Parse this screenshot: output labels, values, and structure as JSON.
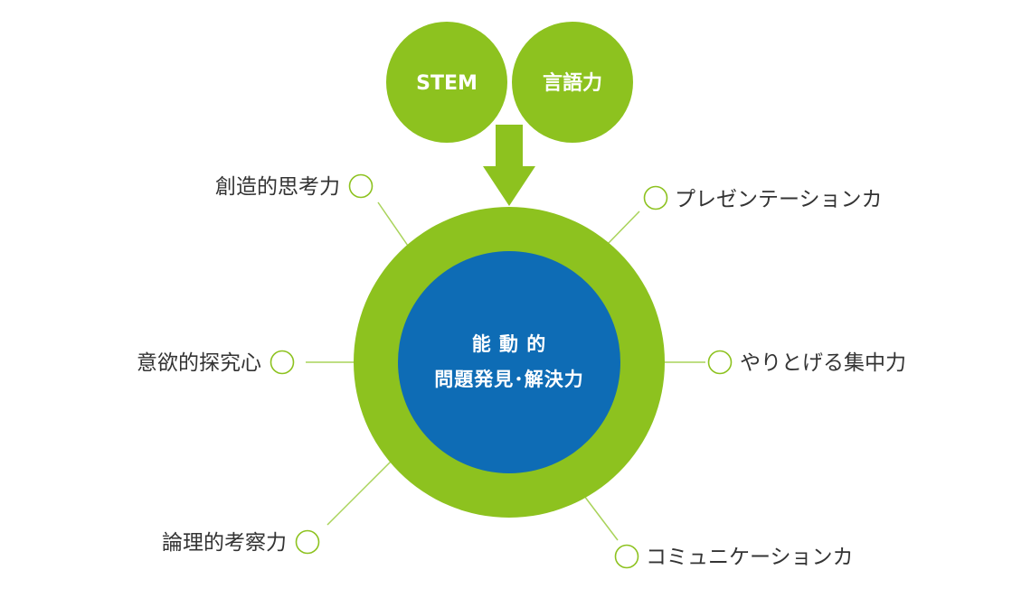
{
  "colors": {
    "green": "#8dc21f",
    "blue": "#0e6cb5",
    "connector": "#a9d35a",
    "label_text": "#333333",
    "white": "#ffffff"
  },
  "inputs": [
    {
      "label": "STEM"
    },
    {
      "label": "言語力"
    }
  ],
  "center": {
    "line1": "能 動 的",
    "line2": "問題発見･解決力"
  },
  "skills": [
    {
      "label": "創造的思考力"
    },
    {
      "label": "プレゼンテーションカ"
    },
    {
      "label": "意欲的探究心"
    },
    {
      "label": "やりとげる集中力"
    },
    {
      "label": "論理的考察力"
    },
    {
      "label": "コミュニケーションカ"
    }
  ]
}
